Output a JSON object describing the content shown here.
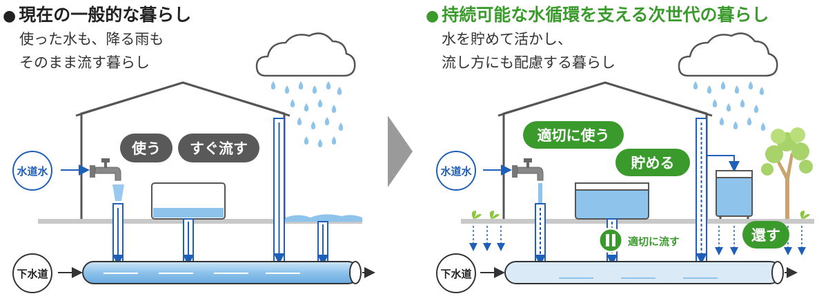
{
  "left": {
    "heading": "現在の一般的な暮らし",
    "desc_line1": "使った水も、降る雨も",
    "desc_line2": "そのまま流す暮らし",
    "pill_use": "使う",
    "pill_flush": "すぐ流す",
    "label_tap_water": "水道水",
    "label_sewer": "下水道"
  },
  "right": {
    "heading": "持続可能な水循環を支える次世代の暮らし",
    "desc_line1": "水を貯めて活かし、",
    "desc_line2": "流し方にも配慮する暮らし",
    "pill_use": "適切に使う",
    "pill_store": "貯める",
    "pill_return": "還す",
    "label_proper_flow": "適切に流す",
    "label_tap_water": "水道水",
    "label_sewer": "下水道"
  },
  "heading_bullet": "●",
  "colors": {
    "green": "#3a9a2c",
    "blue": "#1f5fb7",
    "water": "#8ec3ec",
    "gray_pill": "#595959"
  }
}
